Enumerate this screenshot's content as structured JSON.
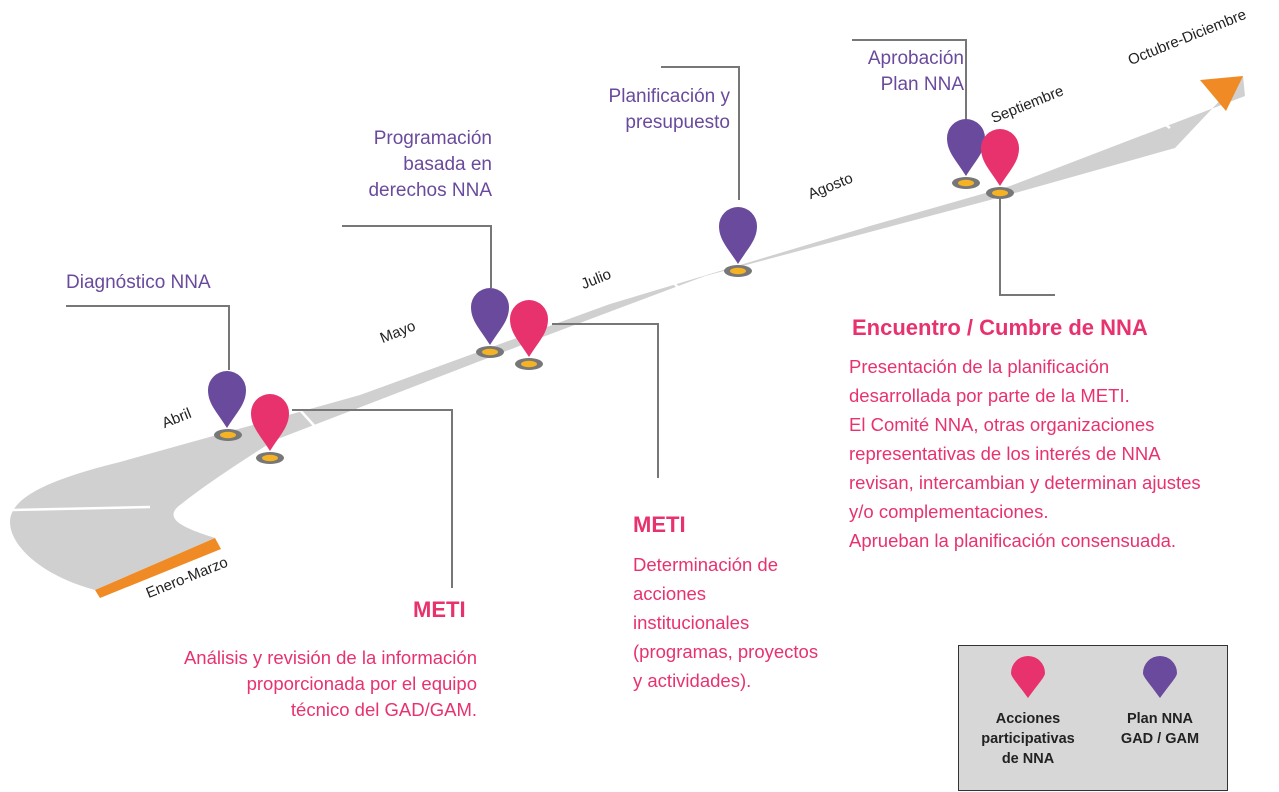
{
  "colors": {
    "purple": "#6a4a9c",
    "pink": "#e8326e",
    "road": "#d0d0d0",
    "orange": "#f08a24",
    "connector": "#777777",
    "marker_base_outer": "#777777",
    "marker_base_inner": "#f5b324"
  },
  "months": {
    "enero_marzo": "Enero-Marzo",
    "abril": "Abril",
    "mayo": "Mayo",
    "julio": "Julio",
    "agosto": "Agosto",
    "septiembre": "Septiembre",
    "octubre_diciembre": "Octubre-Diciembre"
  },
  "milestones": {
    "diagnostico": "Diagnóstico NNA",
    "programacion": "Programación\nbasada en\nderechos NNA",
    "planificacion": "Planificación y\npresupuesto",
    "aprobacion": "Aprobación\nPlan NNA"
  },
  "meti_1": {
    "title": "METI",
    "body": "Análisis y revisión de la información\nproporcionada por el equipo\ntécnico del GAD/GAM."
  },
  "meti_2": {
    "title": "METI",
    "body": "Determinación de\nacciones\ninstitucionales\n(programas, proyectos\ny actividades)."
  },
  "encuentro": {
    "title": "Encuentro / Cumbre de NNA",
    "body": "Presentación  de la planificación\ndesarrollada por parte de la METI.\nEl Comité NNA, otras  organizaciones\nrepresentativas de los interés de NNA\nrevisan, intercambian y determinan ajustes\ny/o complementaciones.\nAprueban la planificación consensuada."
  },
  "legend": {
    "pink_label": "Acciones\nparticipativas\nde NNA",
    "purple_label": "Plan NNA\nGAD / GAM"
  }
}
